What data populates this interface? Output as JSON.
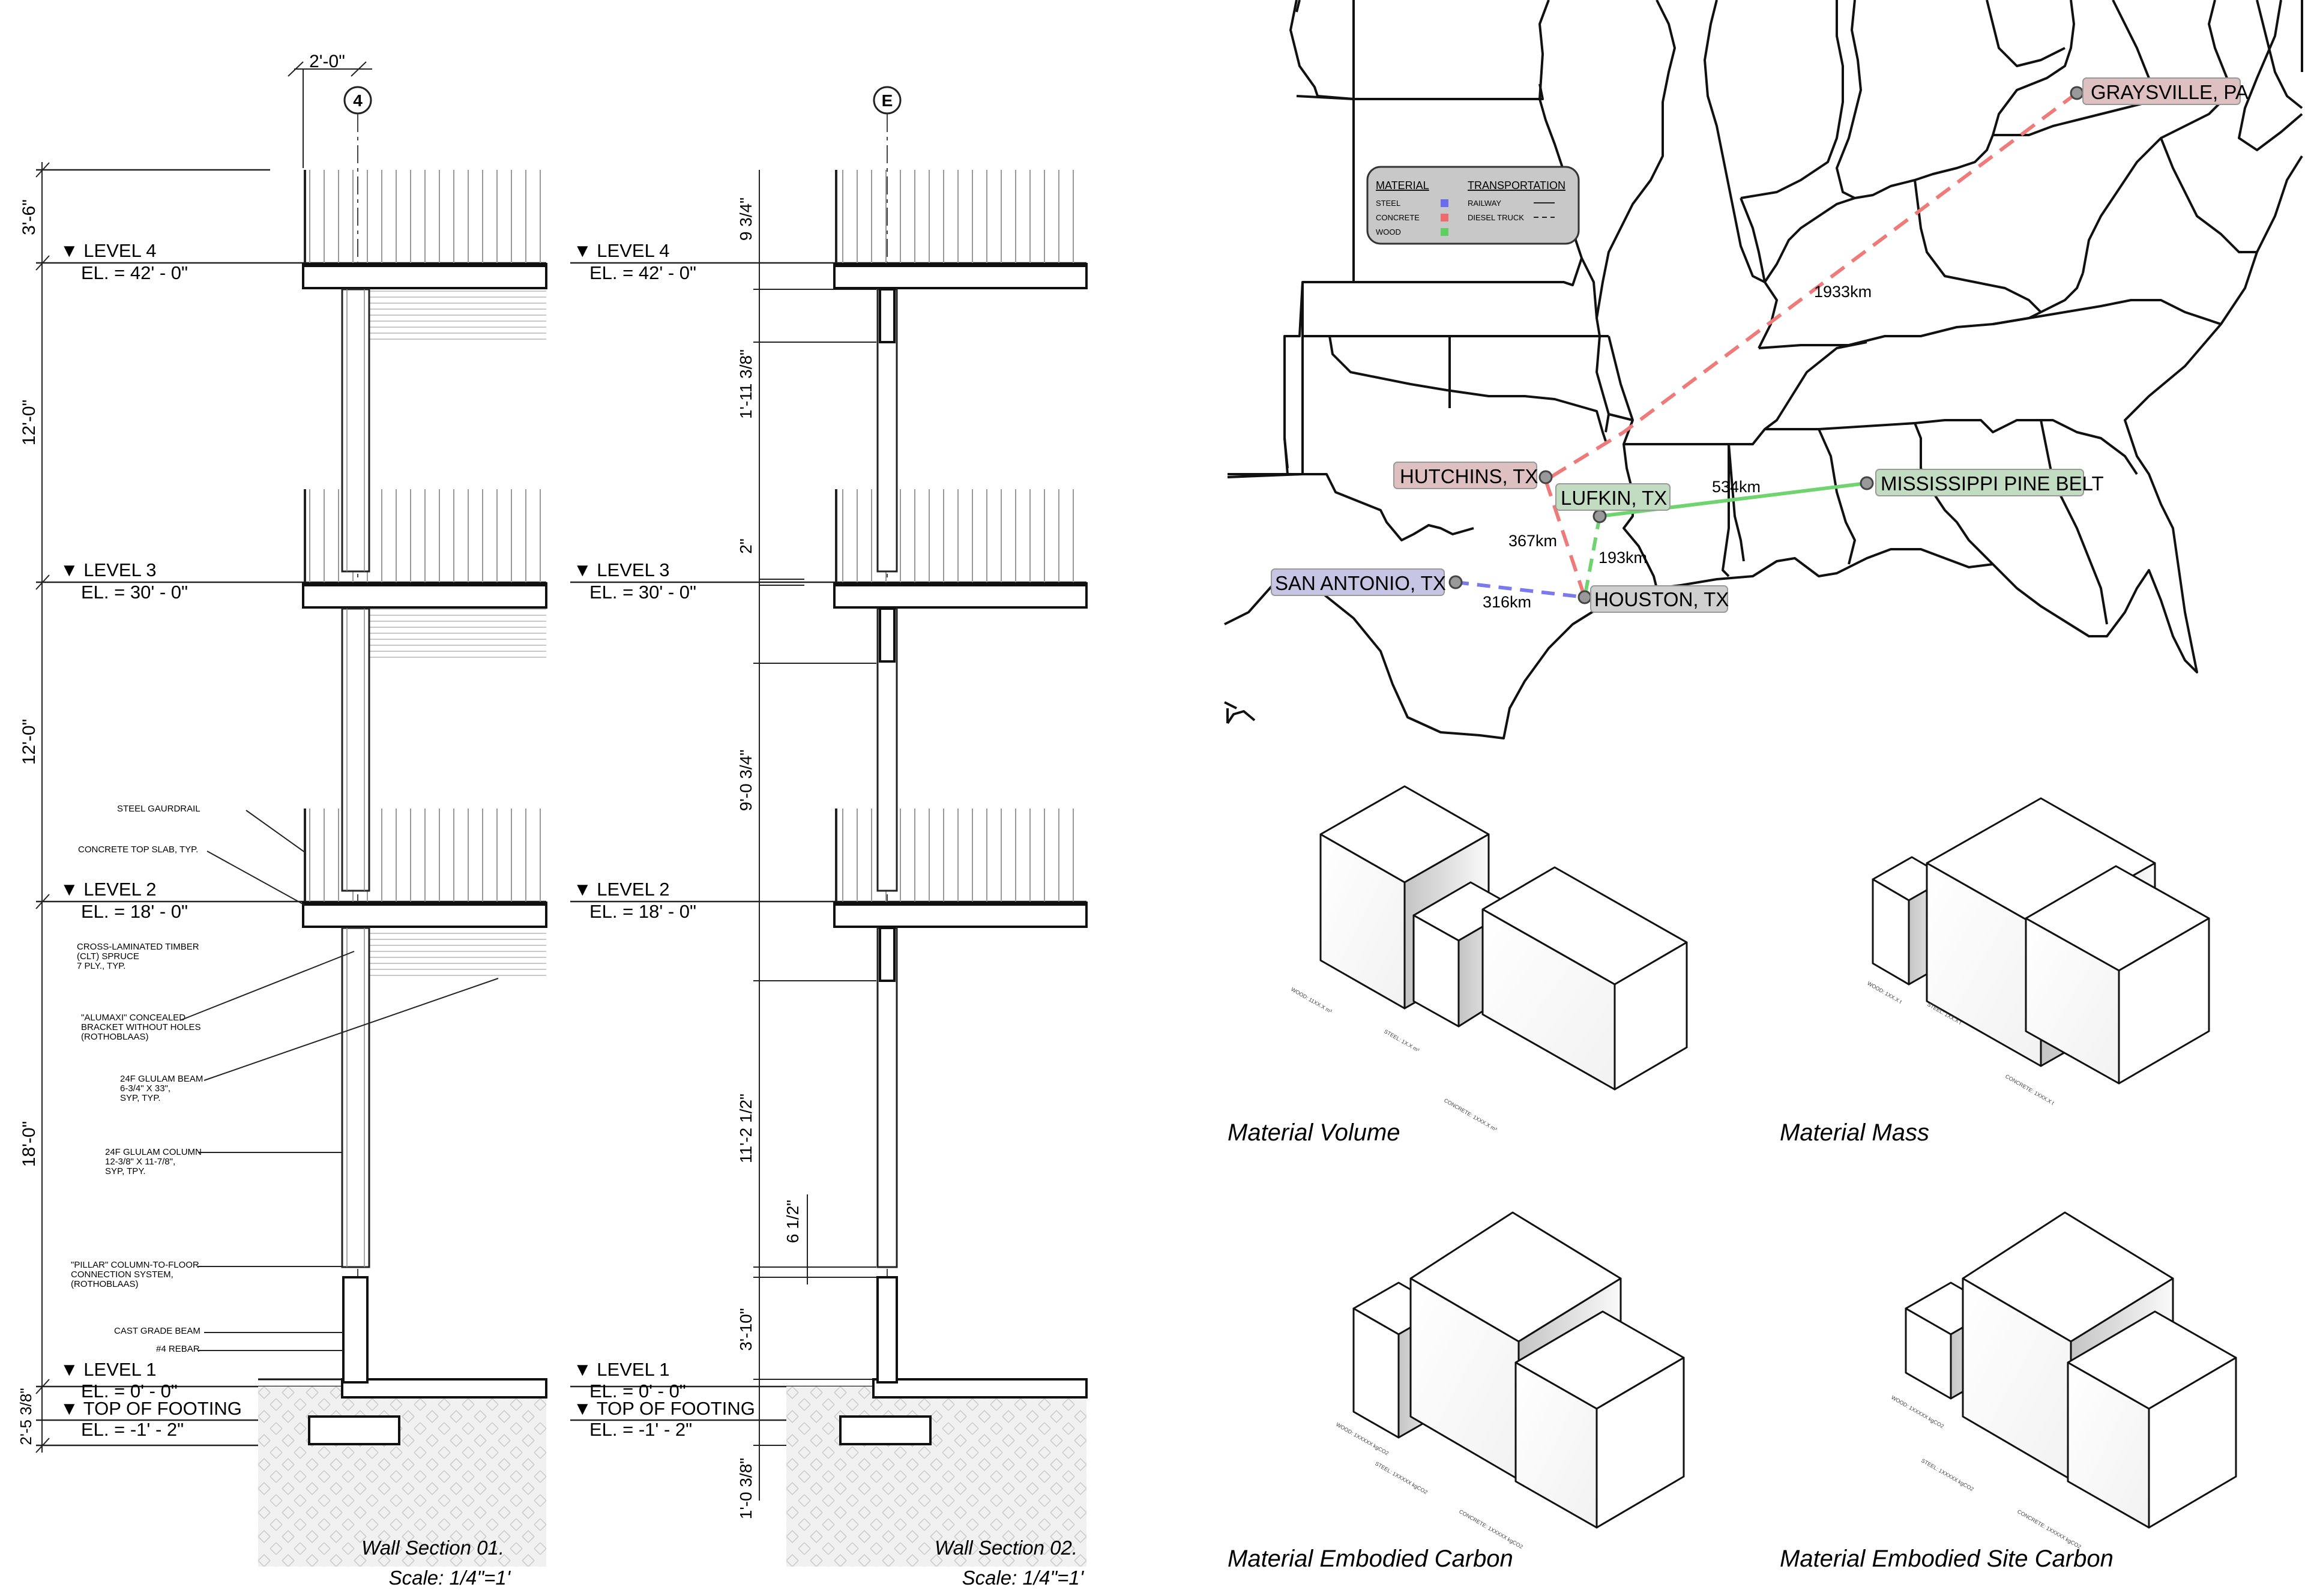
{
  "wall_sections": {
    "section1": {
      "grid_id": "4",
      "top_dim": "2'-0\"",
      "levels": [
        {
          "name": "▼ LEVEL 4",
          "el": "EL. = 42' - 0\""
        },
        {
          "name": "▼ LEVEL 3",
          "el": "EL. = 30' - 0\""
        },
        {
          "name": "▼ LEVEL 2",
          "el": "EL. = 18' - 0\""
        },
        {
          "name": "▼ LEVEL 1",
          "el": "EL. = 0' - 0\""
        },
        {
          "name": "▼ TOP OF FOOTING",
          "el": "EL. = -1' - 2\""
        }
      ],
      "dims": [
        "3'-6\"",
        "12'-0\"",
        "12'-0\"",
        "18'-0\"",
        "2'-5 3/8\""
      ],
      "notes": [
        "STEEL GAURDRAIL",
        "CONCRETE TOP SLAB, TYP.",
        "CROSS-LAMINATED TIMBER",
        "(CLT) SPRUCE",
        "7 PLY., TYP.",
        "\"ALUMAXI\" CONCEALED",
        "BRACKET WITHOUT HOLES",
        "(ROTHOBLAAS)",
        "24F GLULAM BEAM",
        "6-3/4\" X 33\",",
        "SYP, TYP.",
        "24F GLULAM COLUMN",
        "12-3/8\" X 11-7/8\",",
        "SYP, TPY.",
        "\"PILLAR\" COLUMN-TO-FLOOR",
        "CONNECTION SYSTEM,",
        "(ROTHOBLAAS)",
        "CAST GRADE BEAM",
        "#4 REBAR"
      ],
      "caption": "Wall Section 01.",
      "scale": "Scale: 1/4\"=1'"
    },
    "section2": {
      "grid_id": "E",
      "levels": [
        {
          "name": "▼ LEVEL 4",
          "el": "EL. = 42' - 0\""
        },
        {
          "name": "▼ LEVEL 3",
          "el": "EL. = 30' - 0\""
        },
        {
          "name": "▼ LEVEL 2",
          "el": "EL. = 18' - 0\""
        },
        {
          "name": "▼ LEVEL 1",
          "el": "EL. = 0' - 0\""
        },
        {
          "name": "▼ TOP OF FOOTING",
          "el": "EL. = -1' - 2\""
        }
      ],
      "dims": [
        "9 3/4\"",
        "1'-11 3/8\"",
        "2\"",
        "9'-0 3/4\"",
        "11'-2 1/2\"",
        "6 1/2\"",
        "3'-10\"",
        "1'-0 3/8\""
      ],
      "caption": "Wall Section 02.",
      "scale": "Scale: 1/4\"=1'"
    }
  },
  "map": {
    "legend": {
      "material_title": "MATERIAL",
      "transport_title": "TRANSPORTATION",
      "materials": [
        {
          "name": "STEEL",
          "color": "#6b6bef"
        },
        {
          "name": "CONCRETE",
          "color": "#ef6b6b"
        },
        {
          "name": "WOOD",
          "color": "#5fcf5f"
        }
      ],
      "transport": [
        "RAILWAY",
        "DIESEL TRUCK"
      ]
    },
    "places": [
      {
        "name": "GRAYSVILLE, PA",
        "material": "concrete"
      },
      {
        "name": "HUTCHINS, TX",
        "material": "concrete"
      },
      {
        "name": "LUFKIN, TX",
        "material": "wood"
      },
      {
        "name": "MISSISSIPPI PINE BELT",
        "material": "wood"
      },
      {
        "name": "SAN ANTONIO, TX",
        "material": "steel"
      },
      {
        "name": "HOUSTON, TX",
        "material": "none"
      }
    ],
    "distances": [
      "1933km",
      "534km",
      "367km",
      "193km",
      "316km"
    ]
  },
  "diagrams": [
    {
      "title": "Material Volume",
      "labels": [
        "WOOD: 11XX.X m³",
        "STEEL: 1X.X m³",
        "CONCRETE: 1XXX.X m³"
      ]
    },
    {
      "title": "Material Mass",
      "labels": [
        "WOOD: 1XX.X t",
        "STEEL: 1XX.X t",
        "CONCRETE: 1XXX.X t"
      ]
    },
    {
      "title": "Material Embodied Carbon",
      "labels": [
        "WOOD: 1XXXXX kgCO2",
        "STEEL: 1XXXXX kgCO2",
        "CONCRETE: 1XXXXX kgCO2"
      ]
    },
    {
      "title": "Material Embodied Site Carbon",
      "labels": [
        "WOOD: 1XXXXX kgCO2",
        "STEEL: 1XXXXX kgCO2",
        "CONCRETE: 1XXXXX kgCO2"
      ]
    }
  ]
}
